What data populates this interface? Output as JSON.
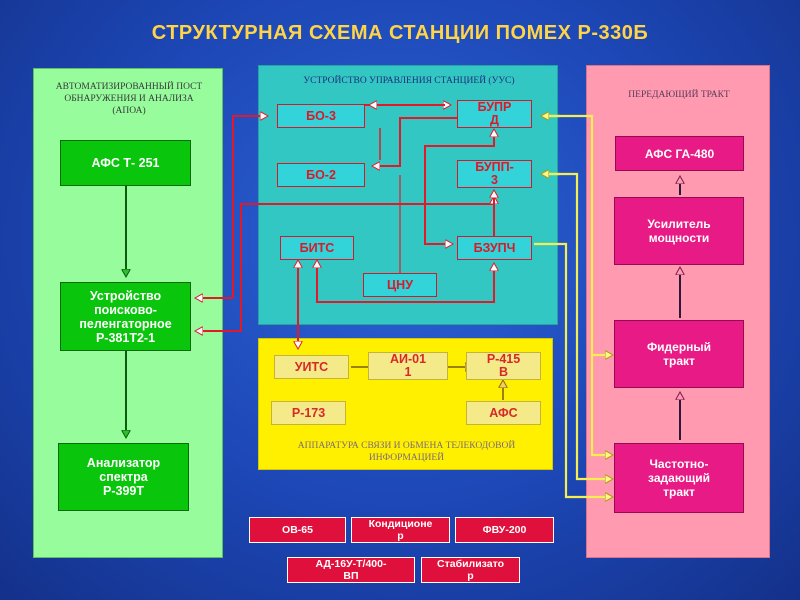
{
  "title": "СТРУКТУРНАЯ СХЕМА СТАНЦИИ ПОМЕХ Р-330Б",
  "panels": {
    "apoa": {
      "label_line1": "АВТОМАТИЗИРОВАННЫЙ ПОСТ",
      "label_line2": "ОБНАРУЖЕНИЯ И АНАЛИЗА",
      "label_line3": "(АПОА)",
      "color": "#96fc9c"
    },
    "uus": {
      "label": "УСТРОЙСТВО УПРАВЛЕНИЯ СТАНЦИЕЙ (УУС)",
      "color": "#33c7c4"
    },
    "comm": {
      "label_line1": "АППАРАТУРА СВЯЗИ И ОБМЕНА ТЕЛЕКОДОВОЙ",
      "label_line2": "ИНФОРМАЦИЕЙ",
      "color": "#fff000"
    },
    "tx": {
      "label": "ПЕРЕДАЮЩИЙ ТРАКТ",
      "color": "#ff9ab0"
    }
  },
  "blocks": {
    "afs_t251": "АФС Т- 251",
    "r381_line1": "Устройство",
    "r381_line2": "поисково-",
    "r381_line3": "пеленгаторное",
    "r381_line4": "Р-381Т2-1",
    "analyzer_line1": "Анализатор",
    "analyzer_line2": "спектра",
    "analyzer_line3": "Р-399Т",
    "bo3": "БО-3",
    "bo2": "БО-2",
    "bits": "БИТС",
    "cnu": "ЦНУ",
    "buprd_line1": "БУПР",
    "buprd_line2": "Д",
    "bupp3_line1": "БУПП-",
    "bupp3_line2": "3",
    "bzupch": "БЗУПЧ",
    "uits": "УИТС",
    "ai011_line1": "АИ-01",
    "ai011_line2": "1",
    "r415_line1": "Р-415",
    "r415_line2": "В",
    "r173": "Р-173",
    "afs": "АФС",
    "afs_ga480": "АФС ГА-480",
    "amp_line1": "Усилитель",
    "amp_line2": "мощности",
    "feeder_line1": "Фидерный",
    "feeder_line2": "тракт",
    "freq_line1": "Частотно-",
    "freq_line2": "задающий",
    "freq_line3": "тракт",
    "ov65": "ОВ-65",
    "cond_line1": "Кондиционе",
    "cond_line2": "р",
    "fvu200": "ФВУ-200",
    "ad16_line1": "АД-16У-Т/400-",
    "ad16_line2": "ВП",
    "stab_line1": "Стабилизато",
    "stab_line2": "р"
  }
}
